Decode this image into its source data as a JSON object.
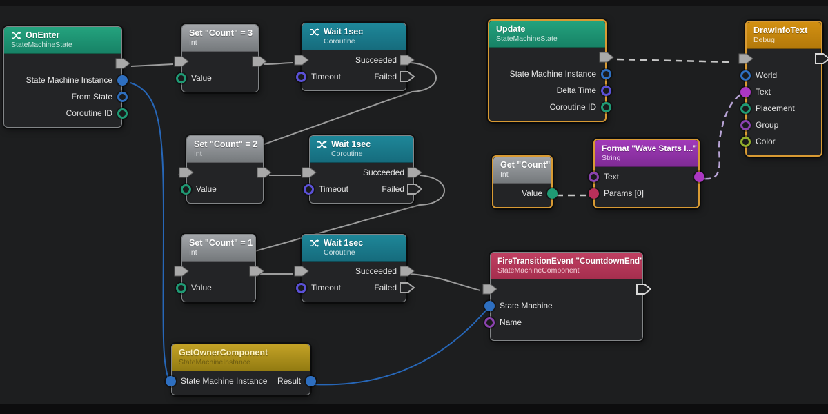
{
  "editor": {
    "background": "#1d1e1f"
  },
  "colors": {
    "selection_border": "#d89a33",
    "node_body": "#232426",
    "header_state_machine_state": "#1f9e7a",
    "header_coroutine": "#1b7f8e",
    "header_variable_gray": "#8d9094",
    "header_component_gold": "#b3961e",
    "header_debug_amber": "#c8860e",
    "header_string_purple": "#9232ad",
    "header_event_crimson": "#b83a5a",
    "pin_blue": "#2e6fc0",
    "pin_teal_green": "#1f9a74",
    "pin_indigo": "#5b51d8",
    "pin_magenta": "#ab37c2",
    "pin_crimson": "#b8305a",
    "pin_purple": "#8a42ae",
    "pin_lime": "#93b02c",
    "wire_gray": "#9d9d9d",
    "wire_blue": "#2767b8",
    "wire_dashed_gray": "#c6c6c6",
    "wire_dashed_lavender": "#b7a3d4"
  },
  "nodes": {
    "on_enter": {
      "title": "OnEnter",
      "subtitle": "StateMachineState",
      "outputs": [
        "State Machine Instance",
        "From State",
        "Coroutine ID"
      ]
    },
    "set_count_3": {
      "title": "Set \"Count\" = 3",
      "subtitle": "Int",
      "inputs": [
        "Value"
      ]
    },
    "wait_a": {
      "title": "Wait 1sec",
      "subtitle": "Coroutine",
      "inputs": [
        "Timeout"
      ],
      "outputs": [
        "Succeeded",
        "Failed"
      ]
    },
    "set_count_2": {
      "title": "Set \"Count\" = 2",
      "subtitle": "Int",
      "inputs": [
        "Value"
      ]
    },
    "wait_b": {
      "title": "Wait 1sec",
      "subtitle": "Coroutine",
      "inputs": [
        "Timeout"
      ],
      "outputs": [
        "Succeeded",
        "Failed"
      ]
    },
    "set_count_1": {
      "title": "Set \"Count\" = 1",
      "subtitle": "Int",
      "inputs": [
        "Value"
      ]
    },
    "wait_c": {
      "title": "Wait 1sec",
      "subtitle": "Coroutine",
      "inputs": [
        "Timeout"
      ],
      "outputs": [
        "Succeeded",
        "Failed"
      ]
    },
    "update": {
      "title": "Update",
      "subtitle": "StateMachineState",
      "outputs": [
        "State Machine Instance",
        "Delta Time",
        "Coroutine ID"
      ]
    },
    "get_count": {
      "title": "Get \"Count\"",
      "subtitle": "Int",
      "outputs": [
        "Value"
      ]
    },
    "format": {
      "title": "Format \"Wave Starts I...\"",
      "subtitle": "String",
      "inputs": [
        "Text",
        "Params [0]"
      ]
    },
    "draw_info_text": {
      "title": "DrawInfoText",
      "subtitle": "Debug",
      "inputs": [
        "World",
        "Text",
        "Placement",
        "Group",
        "Color"
      ]
    },
    "fire_transition_event": {
      "title": "FireTransitionEvent \"CountdownEnd\"",
      "subtitle": "StateMachineComponent",
      "inputs": [
        "State Machine",
        "Name"
      ]
    },
    "get_owner_component": {
      "title": "GetOwnerComponent",
      "subtitle": "StateMachineInstance",
      "inputs": [
        "State Machine Instance"
      ],
      "outputs": [
        "Result"
      ]
    }
  },
  "connections": [
    {
      "from": "OnEnter.flow-out",
      "to": "Set \"Count\" = 3.flow-in",
      "style": "solid-gray"
    },
    {
      "from": "Set \"Count\" = 3.flow-out",
      "to": "Wait 1sec (1).flow-in",
      "style": "solid-gray"
    },
    {
      "from": "Wait 1sec (1).Succeeded",
      "to": "Set \"Count\" = 2.flow-in",
      "style": "solid-gray"
    },
    {
      "from": "Set \"Count\" = 2.flow-out",
      "to": "Wait 1sec (2).flow-in",
      "style": "solid-gray"
    },
    {
      "from": "Wait 1sec (2).Succeeded",
      "to": "Set \"Count\" = 1.flow-in",
      "style": "solid-gray"
    },
    {
      "from": "Set \"Count\" = 1.flow-out",
      "to": "Wait 1sec (3).flow-in",
      "style": "solid-gray"
    },
    {
      "from": "Wait 1sec (3).Succeeded",
      "to": "FireTransitionEvent \"CountdownEnd\".flow-in",
      "style": "solid-gray"
    },
    {
      "from": "OnEnter.State Machine Instance",
      "to": "GetOwnerComponent.State Machine Instance",
      "style": "solid-blue"
    },
    {
      "from": "GetOwnerComponent.Result",
      "to": "FireTransitionEvent \"CountdownEnd\".State Machine",
      "style": "solid-blue"
    },
    {
      "from": "Update.flow-out",
      "to": "DrawInfoText.flow-in",
      "style": "dashed-gray"
    },
    {
      "from": "Get \"Count\".Value",
      "to": "Format \"Wave Starts I...\".Params [0]",
      "style": "dashed-gray"
    },
    {
      "from": "Format \"Wave Starts I...\".output",
      "to": "DrawInfoText.Text",
      "style": "dashed-lavender"
    }
  ]
}
